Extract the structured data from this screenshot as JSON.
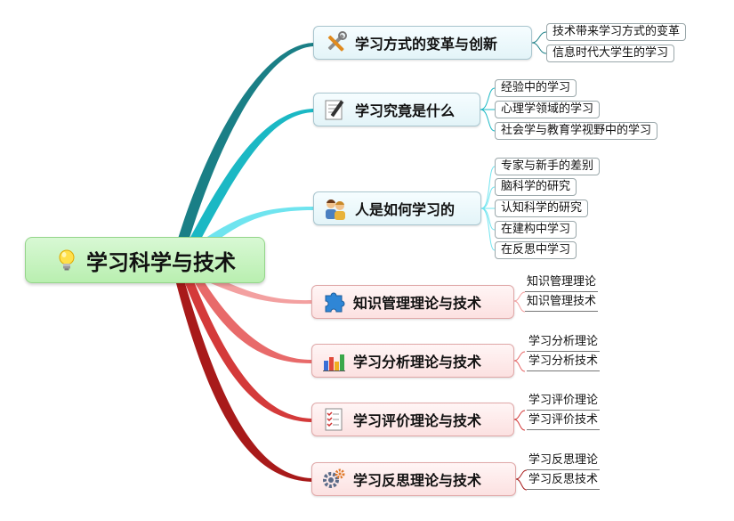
{
  "root": {
    "label": "学习科学与技术",
    "icon": "lightbulb-icon"
  },
  "branches": [
    {
      "label": "学习方式的变革与创新",
      "icon": "tools-icon",
      "children": [
        "技术带来学习方式的变革",
        "信息时代大学生的学习"
      ]
    },
    {
      "label": "学习究竟是什么",
      "icon": "writing-pen-icon",
      "children": [
        "经验中的学习",
        "心理学领域的学习",
        "社会学与教育学视野中的学习"
      ]
    },
    {
      "label": "人是如何学习的",
      "icon": "people-icon",
      "children": [
        "专家与新手的差别",
        "脑科学的研究",
        "认知科学的研究",
        "在建构中学习",
        "在反思中学习"
      ]
    },
    {
      "label": "知识管理理论与技术",
      "icon": "puzzle-icon",
      "children": [
        "知识管理理论",
        "知识管理技术"
      ]
    },
    {
      "label": "学习分析理论与技术",
      "icon": "bar-chart-icon",
      "children": [
        "学习分析理论",
        "学习分析技术"
      ]
    },
    {
      "label": "学习评价理论与技术",
      "icon": "checklist-icon",
      "children": [
        "学习评价理论",
        "学习评价技术"
      ]
    },
    {
      "label": "学习反思理论与技术",
      "icon": "gears-icon",
      "children": [
        "学习反思理论",
        "学习反思技术"
      ]
    }
  ],
  "colors": {
    "branch_1": "#1a7f86",
    "branch_2": "#1bb8c4",
    "branch_3": "#6fe4ef",
    "branch_4": "#f3a0a0",
    "branch_5": "#e86a6a",
    "branch_6": "#d43a3a",
    "branch_7": "#a81a1a"
  }
}
